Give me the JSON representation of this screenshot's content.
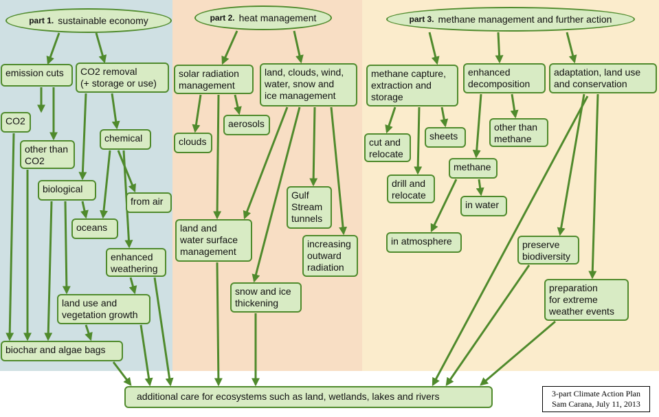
{
  "parts": [
    {
      "num": "part 1.",
      "title": "sustainable economy"
    },
    {
      "num": "part 2.",
      "title": "heat management"
    },
    {
      "num": "part 3.",
      "title": "methane management and further action"
    }
  ],
  "nodes": {
    "emission_cuts": "emission cuts",
    "co2_removal_1": "CO2 removal",
    "co2_removal_2": "(+ storage or use)",
    "co2": "CO2",
    "other_than_co2_1": "other than",
    "other_than_co2_2": "CO2",
    "chemical": "chemical",
    "biological": "biological",
    "from_air": "from air",
    "oceans": "oceans",
    "enhanced_weathering_1": "enhanced",
    "enhanced_weathering_2": "weathering",
    "land_use_1": "land use and",
    "land_use_2": "vegetation growth",
    "biochar": "biochar and algae bags",
    "solar_1": "solar radiation",
    "solar_2": "management",
    "lcw_1": "land, clouds, wind,",
    "lcw_2": "water, snow and",
    "lcw_3": "ice management",
    "clouds": "clouds",
    "aerosols": "aerosols",
    "gulf_1": "Gulf",
    "gulf_2": "Stream",
    "gulf_3": "tunnels",
    "increasing_1": "increasing",
    "increasing_2": "outward",
    "increasing_3": "radiation",
    "land_water_1": "land and",
    "land_water_2": "water surface",
    "land_water_3": "management",
    "snow_ice_1": "snow and ice",
    "snow_ice_2": "thickening",
    "methane_capture_1": "methane capture,",
    "methane_capture_2": "extraction and",
    "methane_capture_3": "storage",
    "enhanced_decomp_1": "enhanced",
    "enhanced_decomp_2": "decomposition",
    "adaptation_1": "adaptation, land use",
    "adaptation_2": "and conservation",
    "cut_relocate_1": "cut and",
    "cut_relocate_2": "relocate",
    "sheets": "sheets",
    "other_than_methane_1": "other than",
    "other_than_methane_2": "methane",
    "drill_relocate_1": "drill and",
    "drill_relocate_2": "relocate",
    "methane": "methane",
    "in_water": "in water",
    "in_atmosphere": "in atmosphere",
    "preserve_1": "preserve",
    "preserve_2": "biodiversity",
    "preparation_1": "preparation",
    "preparation_2": "for extreme",
    "preparation_3": "weather events",
    "additional_care": "additional care for ecosystems such as land, wetlands, lakes and rivers"
  },
  "credit": {
    "line1": "3-part Climate Action Plan",
    "line2": "Sam Carana, July 11, 2013"
  },
  "colors": {
    "node_fill": "#d8ebc4",
    "node_border": "#4f8a2c",
    "part1_bg": "#cfe0e3",
    "part2_bg": "#f8dec4",
    "part3_bg": "#fbeccc"
  }
}
